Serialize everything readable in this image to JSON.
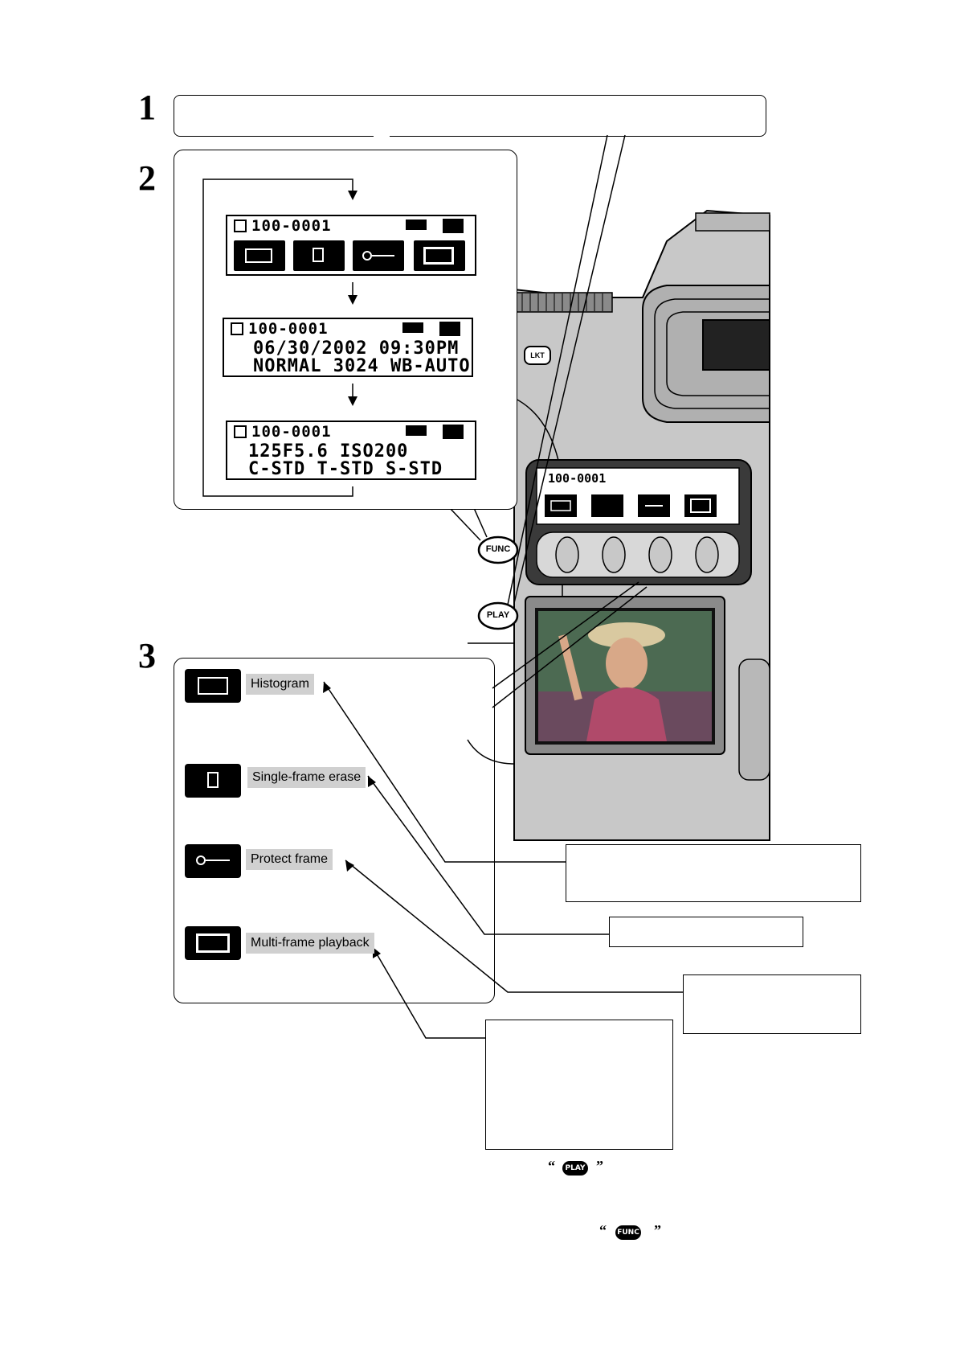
{
  "steps": [
    "1",
    "2",
    "3"
  ],
  "lcd_screens": [
    {
      "file": "100-0001",
      "lines": []
    },
    {
      "file": "100-0001",
      "lines": [
        "06/30/2002 09:30PM",
        "NORMAL 3024 WB-AUTO"
      ]
    },
    {
      "file": "100-0001",
      "lines": [
        "125F5.6  ISO200",
        "C-STD T-STD S-STD"
      ]
    }
  ],
  "camera": {
    "lcd_file": "100-0001",
    "func_button": "FUNC",
    "play_button": "PLAY",
    "lock_button": "LKT"
  },
  "functions": [
    {
      "icon": "histogram-icon",
      "label": "Histogram"
    },
    {
      "icon": "erase-icon",
      "label": "Single-frame erase"
    },
    {
      "icon": "key-icon",
      "label": "Protect frame"
    },
    {
      "icon": "multi-frame-icon",
      "label": "Multi-frame playback"
    }
  ],
  "footnotes": {
    "play_quote_open": "“",
    "play_pill": "PLAY",
    "play_quote_close": "”",
    "func_quote_open": "“",
    "func_pill": "FUNC",
    "func_quote_close": "”"
  },
  "colors": {
    "label_bg": "#d0d0d0",
    "camera_grey": "#c8c8c8",
    "camera_dark": "#5a5a5a"
  }
}
